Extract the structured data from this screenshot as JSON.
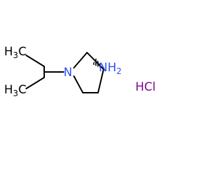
{
  "molecule": {
    "atoms": {
      "methyl_top": {
        "symbol": "H",
        "subscript": "3",
        "suffix": "C"
      },
      "methyl_bottom": {
        "symbol": "H",
        "subscript": "3",
        "suffix": "C"
      },
      "ring_nitrogen": {
        "symbol": "N"
      },
      "amine": {
        "symbol": "NH",
        "subscript": "2"
      }
    },
    "salt": "HCl",
    "colors": {
      "carbon": "#000000",
      "nitrogen": "#3050f8",
      "chlorine": "#80048f"
    }
  }
}
